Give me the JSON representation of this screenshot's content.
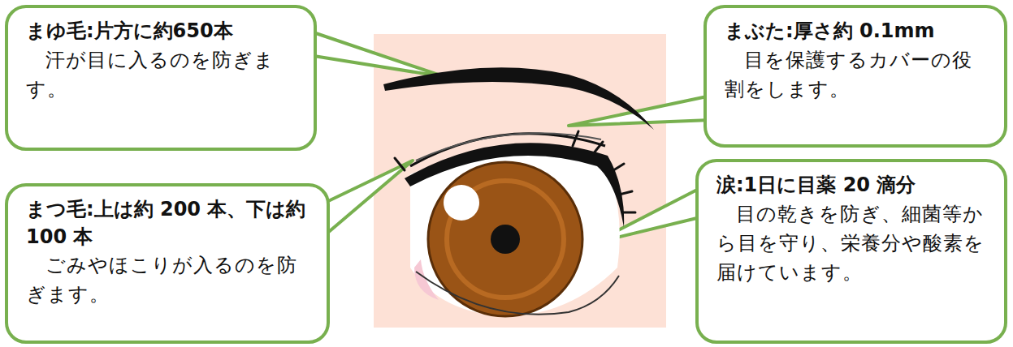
{
  "diagram": {
    "nodes": [
      {
        "text": [
          "まゆ毛:片方に約650本",
          "汗が目に入るのを防ぎます。"
        ]
      },
      {
        "text": [
          "まぶた:厚さ約 0.1mm",
          "目を保護するカバーの役割をします。"
        ]
      },
      {
        "text": [
          "まつ毛:上は約 200 本、下は約 100 本",
          "ごみやほこりが入るのを防ぎます。"
        ]
      },
      {
        "text": [
          "涙:1日に目薬 20 滴分",
          "目の乾きを防ぎ、細菌等から目を守り、栄養分や酸素を届けています。"
        ]
      }
    ]
  }
}
